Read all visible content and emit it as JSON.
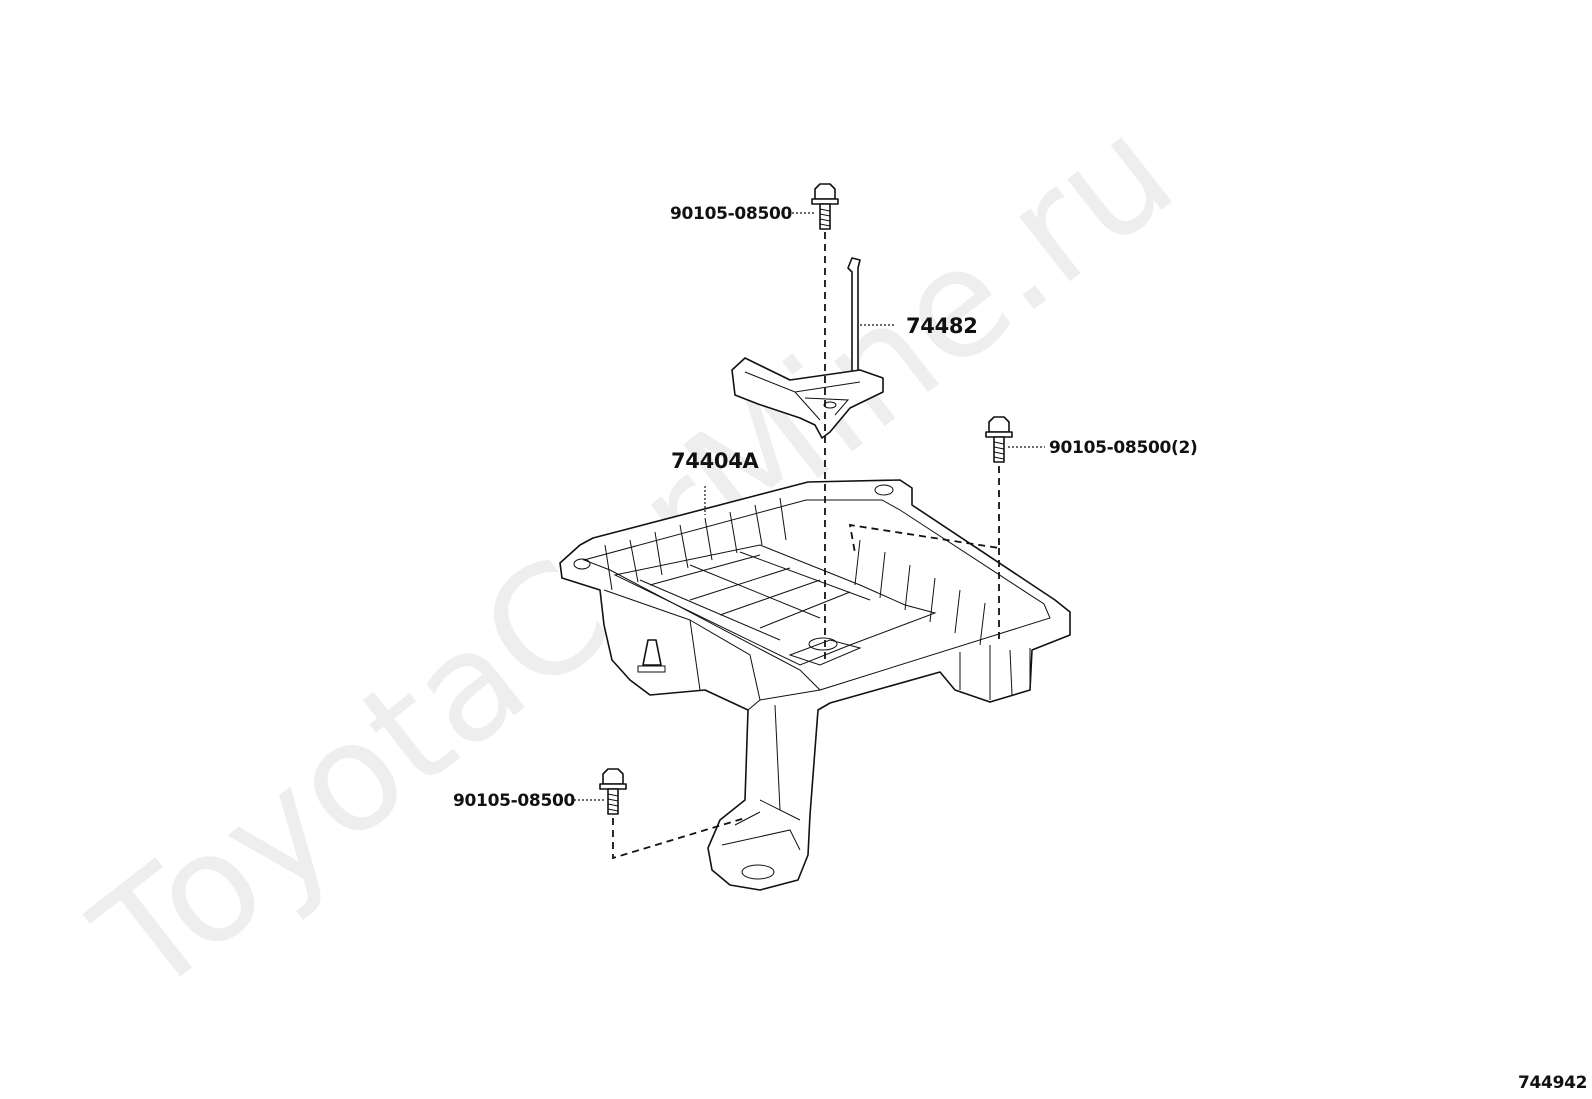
{
  "watermark": "ToyotaCarMine.ru",
  "diagram_id": "744942",
  "parts": [
    {
      "number": "90105-08500",
      "name": "bolt-top"
    },
    {
      "number": "74482",
      "name": "battery-hold-down-clamp"
    },
    {
      "number": "90105-08500(2)",
      "name": "bolt-right"
    },
    {
      "number": "74404A",
      "name": "battery-tray"
    },
    {
      "number": "90105-08500",
      "name": "bolt-bottom"
    }
  ]
}
